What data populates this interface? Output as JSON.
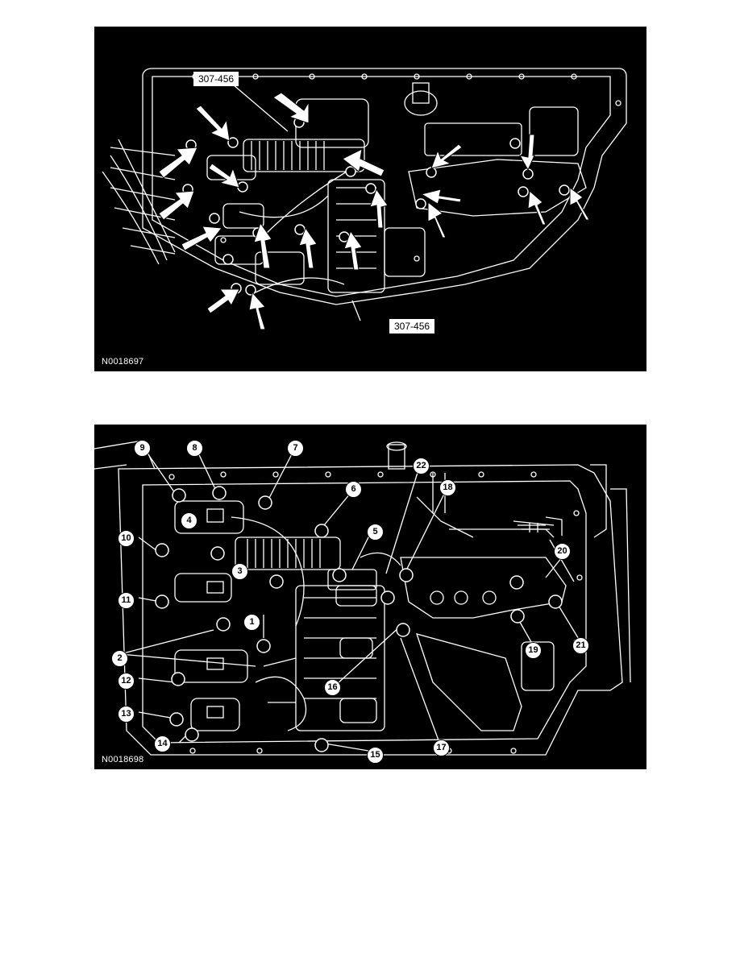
{
  "figure_top": {
    "id": "N0018697",
    "tool_label_1": "307-456",
    "tool_label_2": "307-456"
  },
  "figure_bottom": {
    "id": "N0018698",
    "callouts": [
      "1",
      "2",
      "3",
      "4",
      "5",
      "6",
      "7",
      "8",
      "9",
      "10",
      "11",
      "12",
      "13",
      "14",
      "15",
      "16",
      "17",
      "18",
      "19",
      "20",
      "21",
      "22"
    ]
  },
  "colors": {
    "background": "#000000",
    "linework": "#ffffff"
  }
}
